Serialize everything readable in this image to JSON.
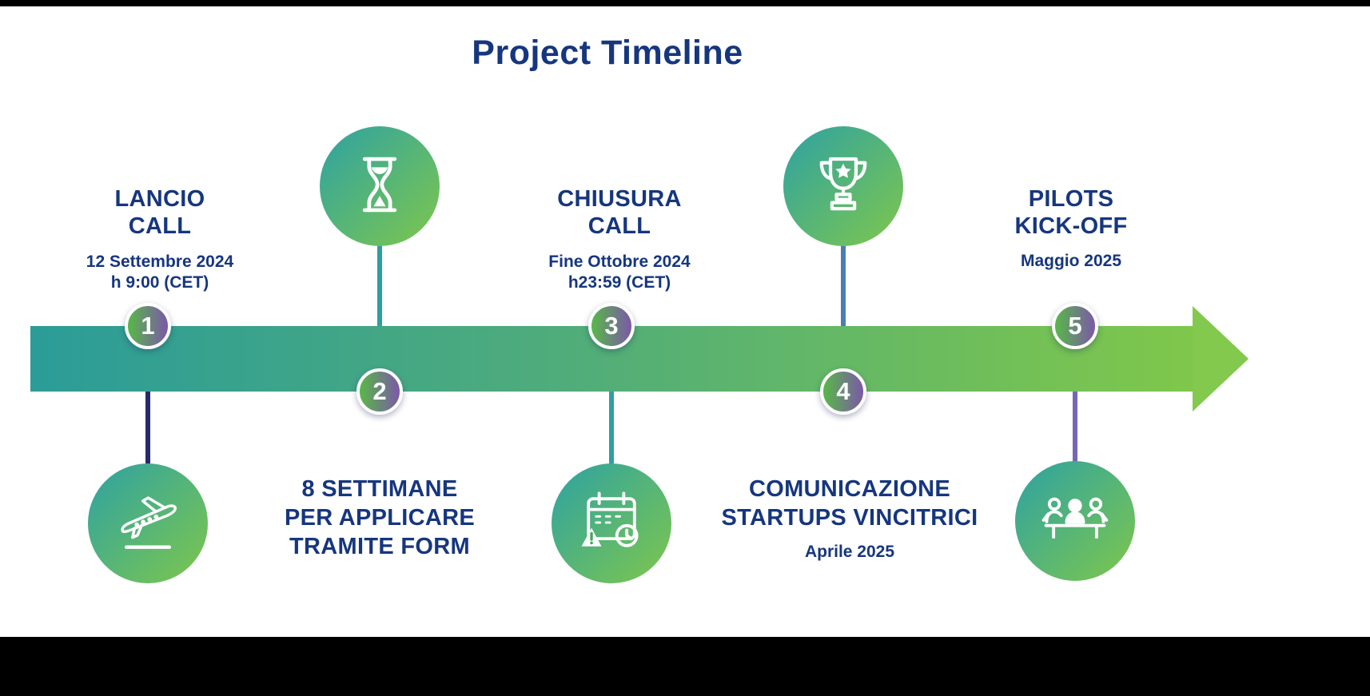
{
  "title": "Project Timeline",
  "colors": {
    "heading_text": "#16367E",
    "timeline_gradient_start": "#2B9C98",
    "timeline_gradient_end": "#7FC74B",
    "icon_circle_gradient_start": "#2EA2A3",
    "icon_circle_gradient_end": "#7EC74C",
    "number_circle_gradient_start": "#58B848",
    "number_circle_gradient_end": "#7C58A9",
    "connector_1": "#242B68",
    "connector_2": "#2E9FA0",
    "connector_3": "#2E9FA0",
    "connector_4": "#4A7EB5",
    "connector_5": "#7766B4",
    "letterbox": "#000000"
  },
  "milestones": [
    {
      "number": "1",
      "icon": "airplane-takeoff-icon",
      "label": "LANCIO\nCALL",
      "detail": "12 Settembre 2024\nh 9:00 (CET)"
    },
    {
      "number": "2",
      "icon": "hourglass-icon",
      "label": "8 SETTIMANE\nPER APPLICARE\nTRAMITE FORM",
      "detail": ""
    },
    {
      "number": "3",
      "icon": "calendar-deadline-icon",
      "label": "CHIUSURA\nCALL",
      "detail": "Fine Ottobre 2024\nh23:59 (CET)"
    },
    {
      "number": "4",
      "icon": "trophy-icon",
      "label": "COMUNICAZIONE\nSTARTUPS VINCITRICI",
      "detail": "Aprile 2025"
    },
    {
      "number": "5",
      "icon": "team-meeting-icon",
      "label": "PILOTS\nKICK-OFF",
      "detail": "Maggio 2025"
    }
  ]
}
